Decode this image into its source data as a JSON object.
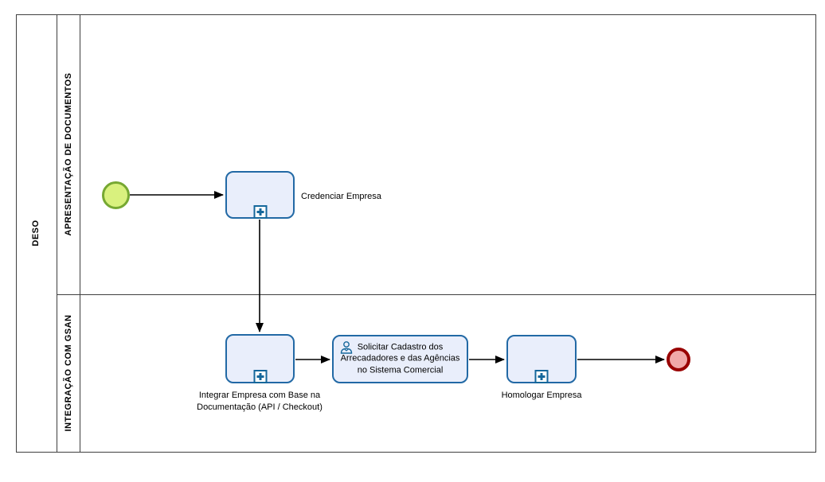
{
  "diagram": {
    "kind": "bpmn-process-diagram",
    "pool": {
      "name": "DESO"
    },
    "lanes": [
      {
        "name": "APRESENTAÇÃO DE DOCUMENTOS"
      },
      {
        "name": "INTEGRAÇÃO COM GSAN"
      }
    ],
    "events": [
      {
        "id": "start",
        "type": "start-event",
        "fill": "#d9f17e",
        "border": "#76a832",
        "lane": "APRESENTAÇÃO DE DOCUMENTOS"
      },
      {
        "id": "end",
        "type": "end-event",
        "fill": "#f0a9a9",
        "border": "#990000",
        "lane": "INTEGRAÇÃO COM GSAN"
      }
    ],
    "tasks": [
      {
        "label": "Credenciar Empresa",
        "type": "collapsed-subprocess",
        "icon": "plus-icon",
        "label_position": "right",
        "lane": "APRESENTAÇÃO DE DOCUMENTOS"
      },
      {
        "label": "Integrar Empresa com Base na\nDocumentação (API / Checkout)",
        "type": "collapsed-subprocess",
        "icon": "plus-icon",
        "label_position": "below",
        "lane": "INTEGRAÇÃO COM GSAN"
      },
      {
        "label": "Solicitar Cadastro dos\nArrecadadores e das Agências\nno Sistema Comercial",
        "type": "user-task",
        "icon": "user-icon",
        "label_position": "inside",
        "lane": "INTEGRAÇÃO COM GSAN"
      },
      {
        "label": "Homologar Empresa",
        "type": "collapsed-subprocess",
        "icon": "plus-icon",
        "label_position": "below",
        "lane": "INTEGRAÇÃO COM GSAN"
      }
    ],
    "flows": [
      {
        "from": "start-event",
        "to": "task-credenciar-empresa"
      },
      {
        "from": "task-credenciar-empresa",
        "to": "task-integrar-empresa"
      },
      {
        "from": "task-integrar-empresa",
        "to": "task-solicitar-cadastro"
      },
      {
        "from": "task-solicitar-cadastro",
        "to": "task-homologar-empresa"
      },
      {
        "from": "task-homologar-empresa",
        "to": "end-event"
      }
    ],
    "colors": {
      "task_fill": "#e9eefb",
      "task_border": "#2269a5",
      "start_fill": "#d9f17e",
      "start_border": "#76a832",
      "end_fill": "#f0a9a9",
      "end_border": "#990000",
      "flow": "#000000",
      "frame": "#3f3f3f"
    }
  }
}
